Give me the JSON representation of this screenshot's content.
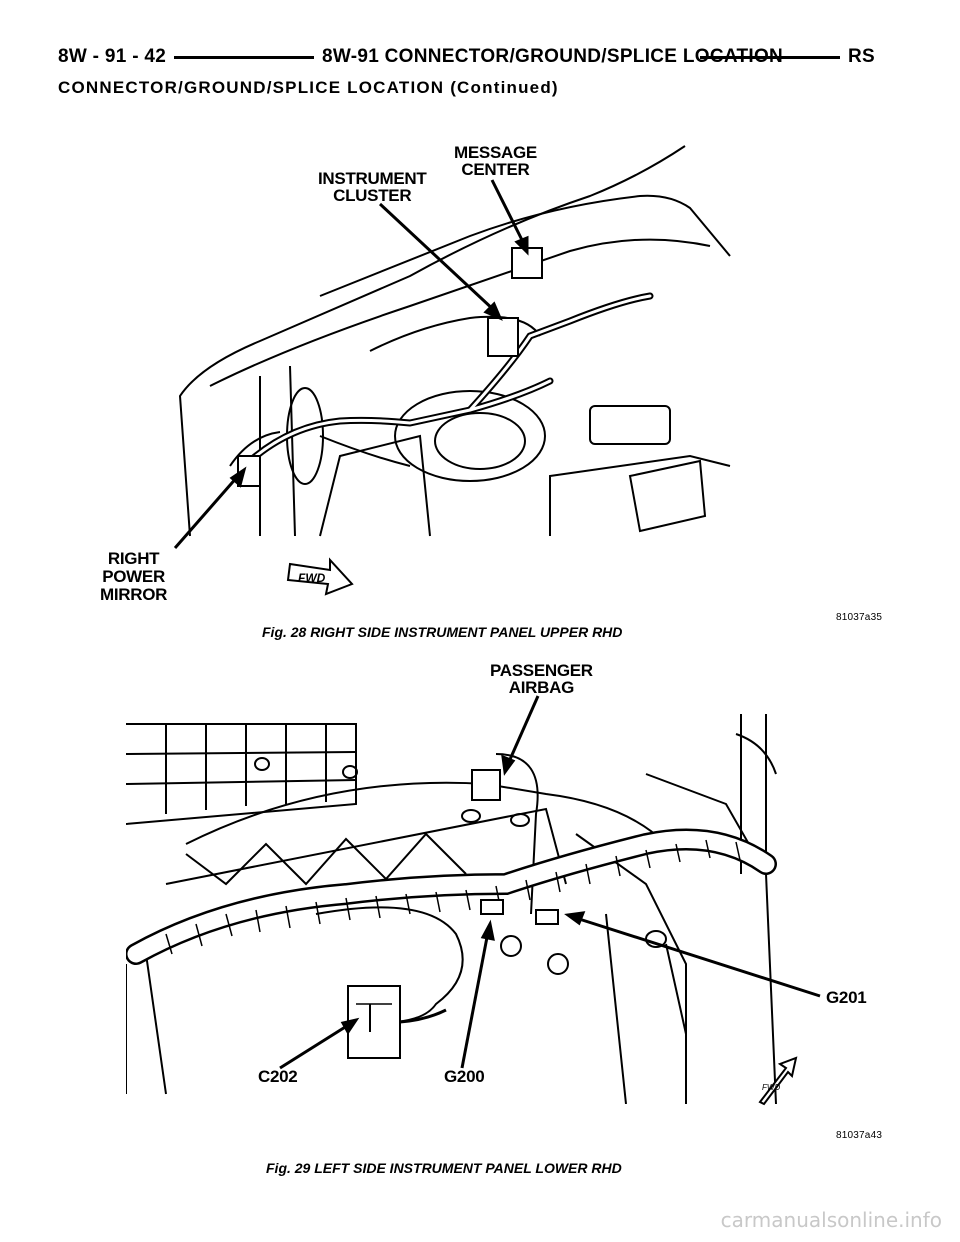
{
  "header": {
    "page_number": "8W - 91 - 42",
    "section_title": "8W-91 CONNECTOR/GROUND/SPLICE LOCATION",
    "model_code": "RS"
  },
  "subtitle": "CONNECTOR/GROUND/SPLICE LOCATION (Continued)",
  "figure28": {
    "callouts": {
      "instrument_cluster": "INSTRUMENT\nCLUSTER",
      "message_center": "MESSAGE\nCENTER",
      "right_power_mirror": "RIGHT\nPOWER\nMIRROR",
      "fwd_arrow": "FWD"
    },
    "image_code": "81037a35",
    "caption": "Fig. 28 RIGHT SIDE INSTRUMENT PANEL UPPER RHD"
  },
  "figure29": {
    "callouts": {
      "passenger_airbag": "PASSENGER\nAIRBAG",
      "g201": "G201",
      "c202": "C202",
      "g200": "G200",
      "fwd_arrow": "FWD"
    },
    "image_code": "81037a43",
    "caption": "Fig. 29 LEFT SIDE INSTRUMENT PANEL LOWER RHD"
  },
  "watermark": "carmanualsonline.info"
}
